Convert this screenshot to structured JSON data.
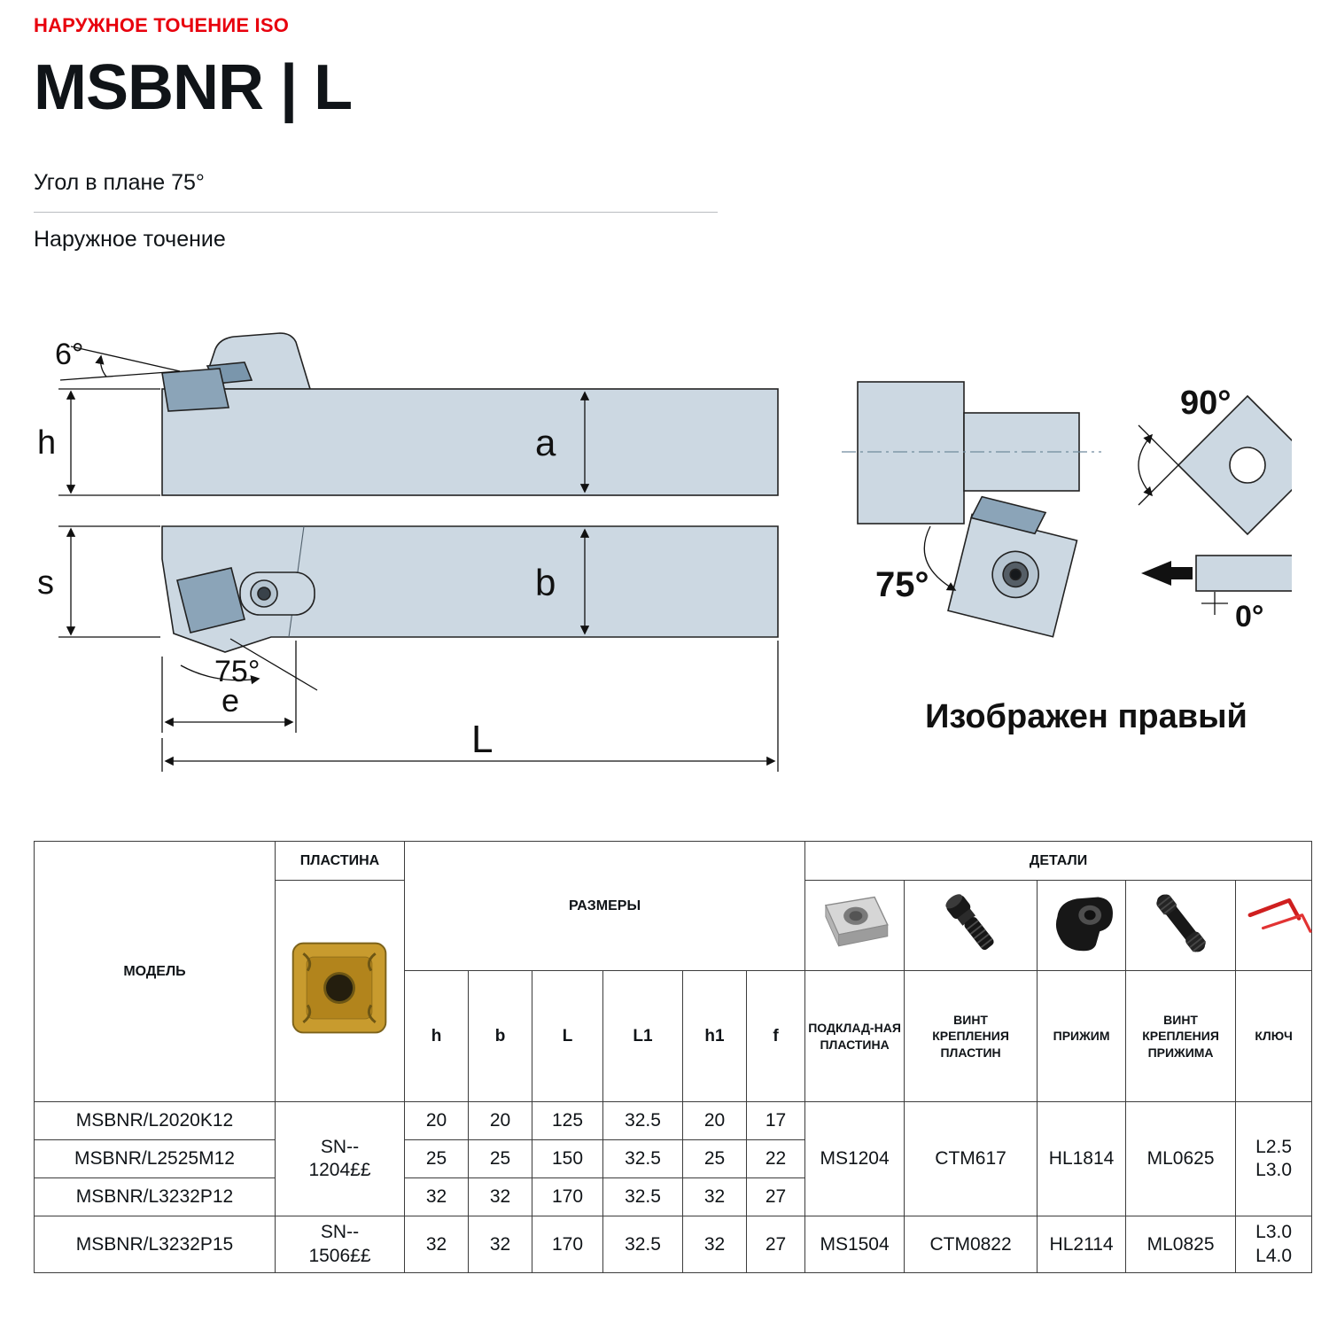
{
  "page": {
    "category": "НАРУЖНОЕ ТОЧЕНИЕ ISO",
    "title": "MSBNR | L",
    "subtitle": "Угол в плане 75°",
    "section": "Наружное точение"
  },
  "diagram": {
    "labels": {
      "angle6": "6°",
      "h": "h",
      "a": "a",
      "s": "s",
      "b": "b",
      "angle75_plan": "75°",
      "e": "e",
      "L": "L",
      "angle75_side": "75°",
      "angle90": "90°",
      "angle0": "0°",
      "caption": "Изображен правый"
    },
    "colors": {
      "body": "#ccd8e2",
      "insert": "#8ba4b8",
      "outline": "#222222"
    }
  },
  "table": {
    "headers": {
      "model": "МОДЕЛЬ",
      "insert": "ПЛАСТИНА",
      "dimensions": "РАЗМЕРЫ",
      "details": "ДЕТАЛИ",
      "dims": [
        "h",
        "b",
        "L",
        "L1",
        "h1",
        "f"
      ],
      "details_cols": [
        "ПОДКЛАД-НАЯ ПЛАСТИНА",
        "ВИНТ КРЕПЛЕНИЯ ПЛАСТИН",
        "ПРИЖИМ",
        "ВИНТ КРЕПЛЕНИЯ ПРИЖИМА",
        "КЛЮЧ"
      ]
    },
    "icons": {
      "insert": "gold-square-insert",
      "shim": "shim-plate",
      "insert_screw": "torx-screw",
      "clamp": "clamp",
      "clamp_screw": "clamp-stud",
      "wrench": "red-hex-keys"
    },
    "groups": [
      {
        "insert_lines": [
          "SN--",
          "1204££"
        ],
        "rows": [
          {
            "model": "MSBNR/L2020K12",
            "dims": [
              "20",
              "20",
              "125",
              "32.5",
              "20",
              "17"
            ]
          },
          {
            "model": "MSBNR/L2525M12",
            "dims": [
              "25",
              "25",
              "150",
              "32.5",
              "25",
              "22"
            ]
          },
          {
            "model": "MSBNR/L3232P12",
            "dims": [
              "32",
              "32",
              "170",
              "32.5",
              "32",
              "27"
            ]
          }
        ],
        "shim": "MS1204",
        "insert_screw": "CTM617",
        "clamp": "HL1814",
        "clamp_screw": "ML0625",
        "keys": [
          "L2.5",
          "L3.0"
        ]
      },
      {
        "insert_lines": [
          "SN--",
          "1506££"
        ],
        "rows": [
          {
            "model": "MSBNR/L3232P15",
            "dims": [
              "32",
              "32",
              "170",
              "32.5",
              "32",
              "27"
            ]
          }
        ],
        "shim": "MS1504",
        "insert_screw": "CTM0822",
        "clamp": "HL2114",
        "clamp_screw": "ML0825",
        "keys": [
          "L3.0",
          "L4.0"
        ]
      }
    ]
  }
}
